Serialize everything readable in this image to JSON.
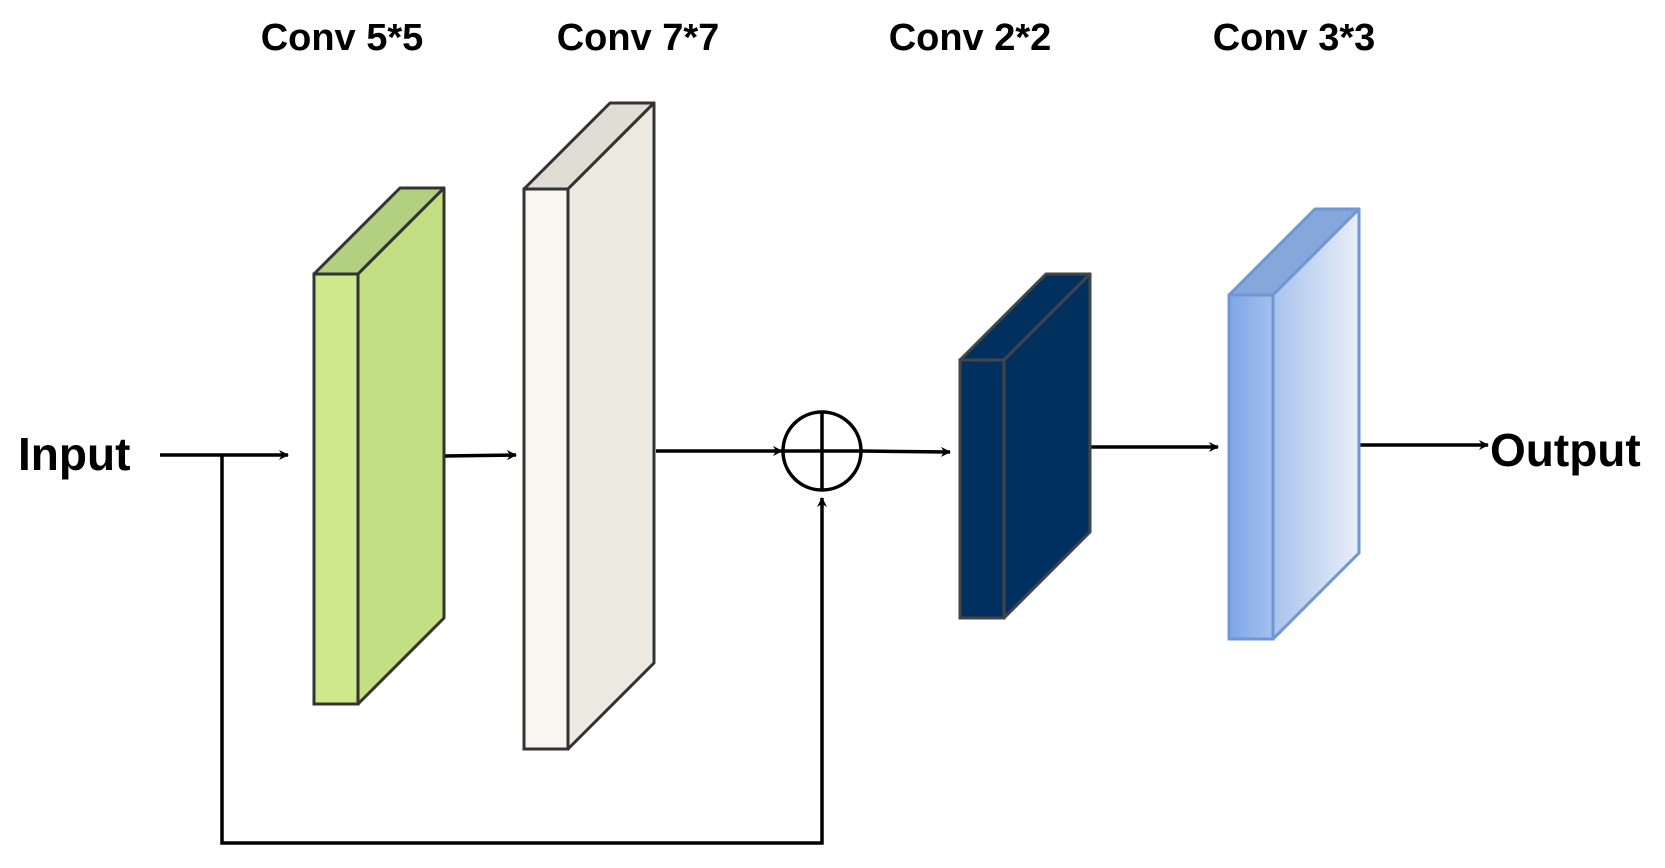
{
  "input_label": "Input",
  "output_label": "Output",
  "layers": [
    {
      "label": "Conv 5*5",
      "front_color": "#cde98c",
      "side_color": "#c2df83",
      "top_color": "#b2d080",
      "stroke_color": "#333333"
    },
    {
      "label": "Conv 7*7",
      "front_color": "#f8f6f0",
      "side_color": "#ece9e1",
      "top_color": "#e0ddd4",
      "stroke_color": "#333333"
    },
    {
      "label": "Conv 2*2",
      "front_color": "#003060",
      "side_color": "#003060",
      "top_color": "#003060",
      "stroke_color": "#444444"
    },
    {
      "label": "Conv 3*3",
      "front_color": "#8fb4ea",
      "side_color": "#b9cfee",
      "top_color": "#86a7dc",
      "stroke_color": "#6f97d6"
    }
  ],
  "merge_node": {
    "operation": "add",
    "symbol": "circled-plus-icon"
  }
}
